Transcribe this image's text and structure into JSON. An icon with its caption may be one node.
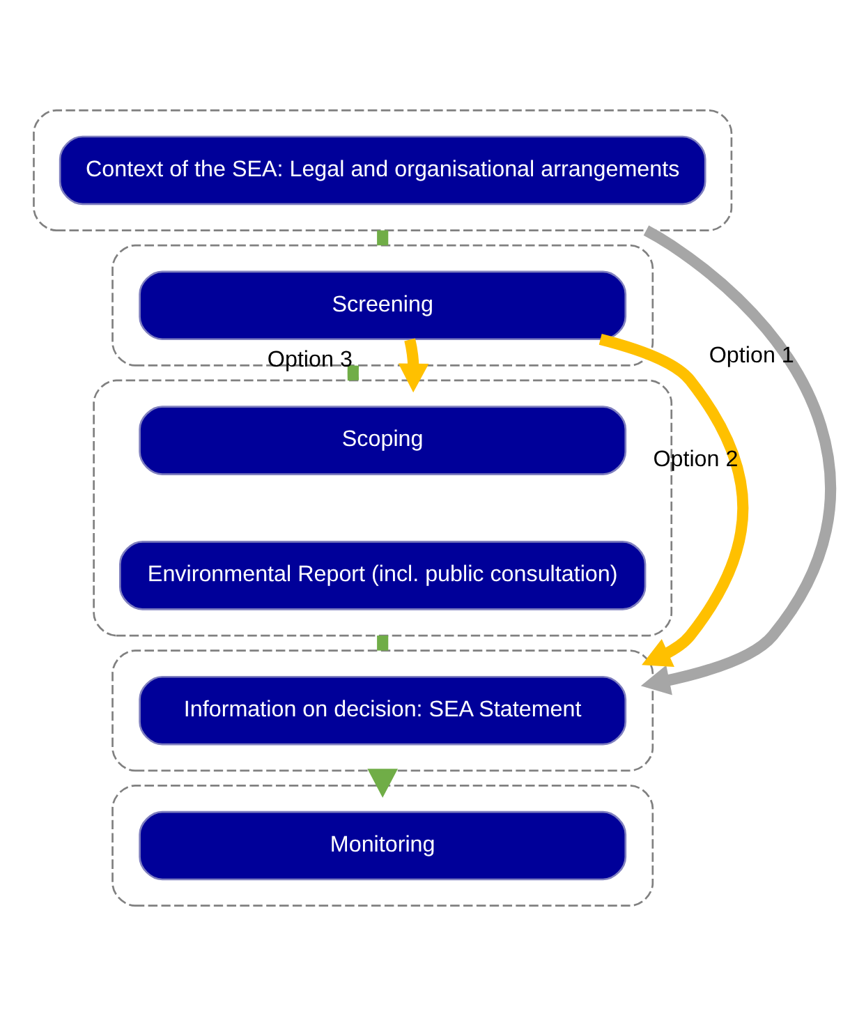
{
  "diagram": {
    "nodes": [
      {
        "text": [],
        "shape": "box"
      },
      {
        "text": [
          "Context of the SEA: Legal and organisational arrangements"
        ],
        "in": 0
      },
      {
        "text": [],
        "shape": "box"
      },
      {
        "text": [
          "Screening"
        ],
        "in": 2
      },
      {
        "text": [],
        "shape": "box"
      },
      {
        "text": [
          "Scoping"
        ],
        "in": 4
      },
      {
        "text": [
          "Environmental Report (incl. public consultation)"
        ],
        "in": 4
      },
      {
        "text": [],
        "shape": "box"
      },
      {
        "text": [
          "Information on decision: SEA Statement"
        ],
        "in": 7
      },
      {
        "text": [],
        "shape": "box"
      },
      {
        "text": [
          "Monitoring"
        ],
        "in": 9
      }
    ],
    "edges": [
      {
        "from": 0,
        "to": 2,
        "arrow": "none"
      },
      {
        "from": 2,
        "to": 4,
        "arrow": "none",
        "label": "Option 3"
      },
      {
        "from": 4,
        "to": 7,
        "arrow": "none"
      },
      {
        "from": 7,
        "to": 9,
        "arrow": "to"
      },
      {
        "from": 0,
        "to": 7,
        "arrow": "to",
        "color": "#a6a6a6",
        "label": "Option 1"
      },
      {
        "from": 3,
        "to": 4,
        "arrow": "to",
        "color": "#ffc000"
      },
      {
        "from": 3,
        "to": 7,
        "arrow": "to",
        "color": "#ffc000",
        "label": "Option 2"
      }
    ]
  }
}
